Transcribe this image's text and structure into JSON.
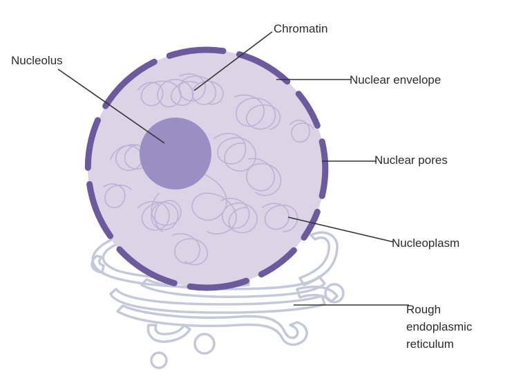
{
  "labels": {
    "nucleolus": "Nucleolus",
    "chromatin": "Chromatin",
    "nuclear_envelope": "Nuclear envelope",
    "nuclear_pores": "Nuclear pores",
    "nucleoplasm": "Nucleoplasm",
    "rough_er_line1": "Rough",
    "rough_er_line2": "endoplasmic",
    "rough_er_line3": "reticulum"
  },
  "colors": {
    "nucleoplasm_fill": "#dcd3e6",
    "envelope": "#6c5a9d",
    "nucleolus": "#9a8fc4",
    "chromatin": "#bdb2d6",
    "er_outline": "#c4c8d8",
    "leader_line": "#333333",
    "text": "#2b2b2b"
  }
}
